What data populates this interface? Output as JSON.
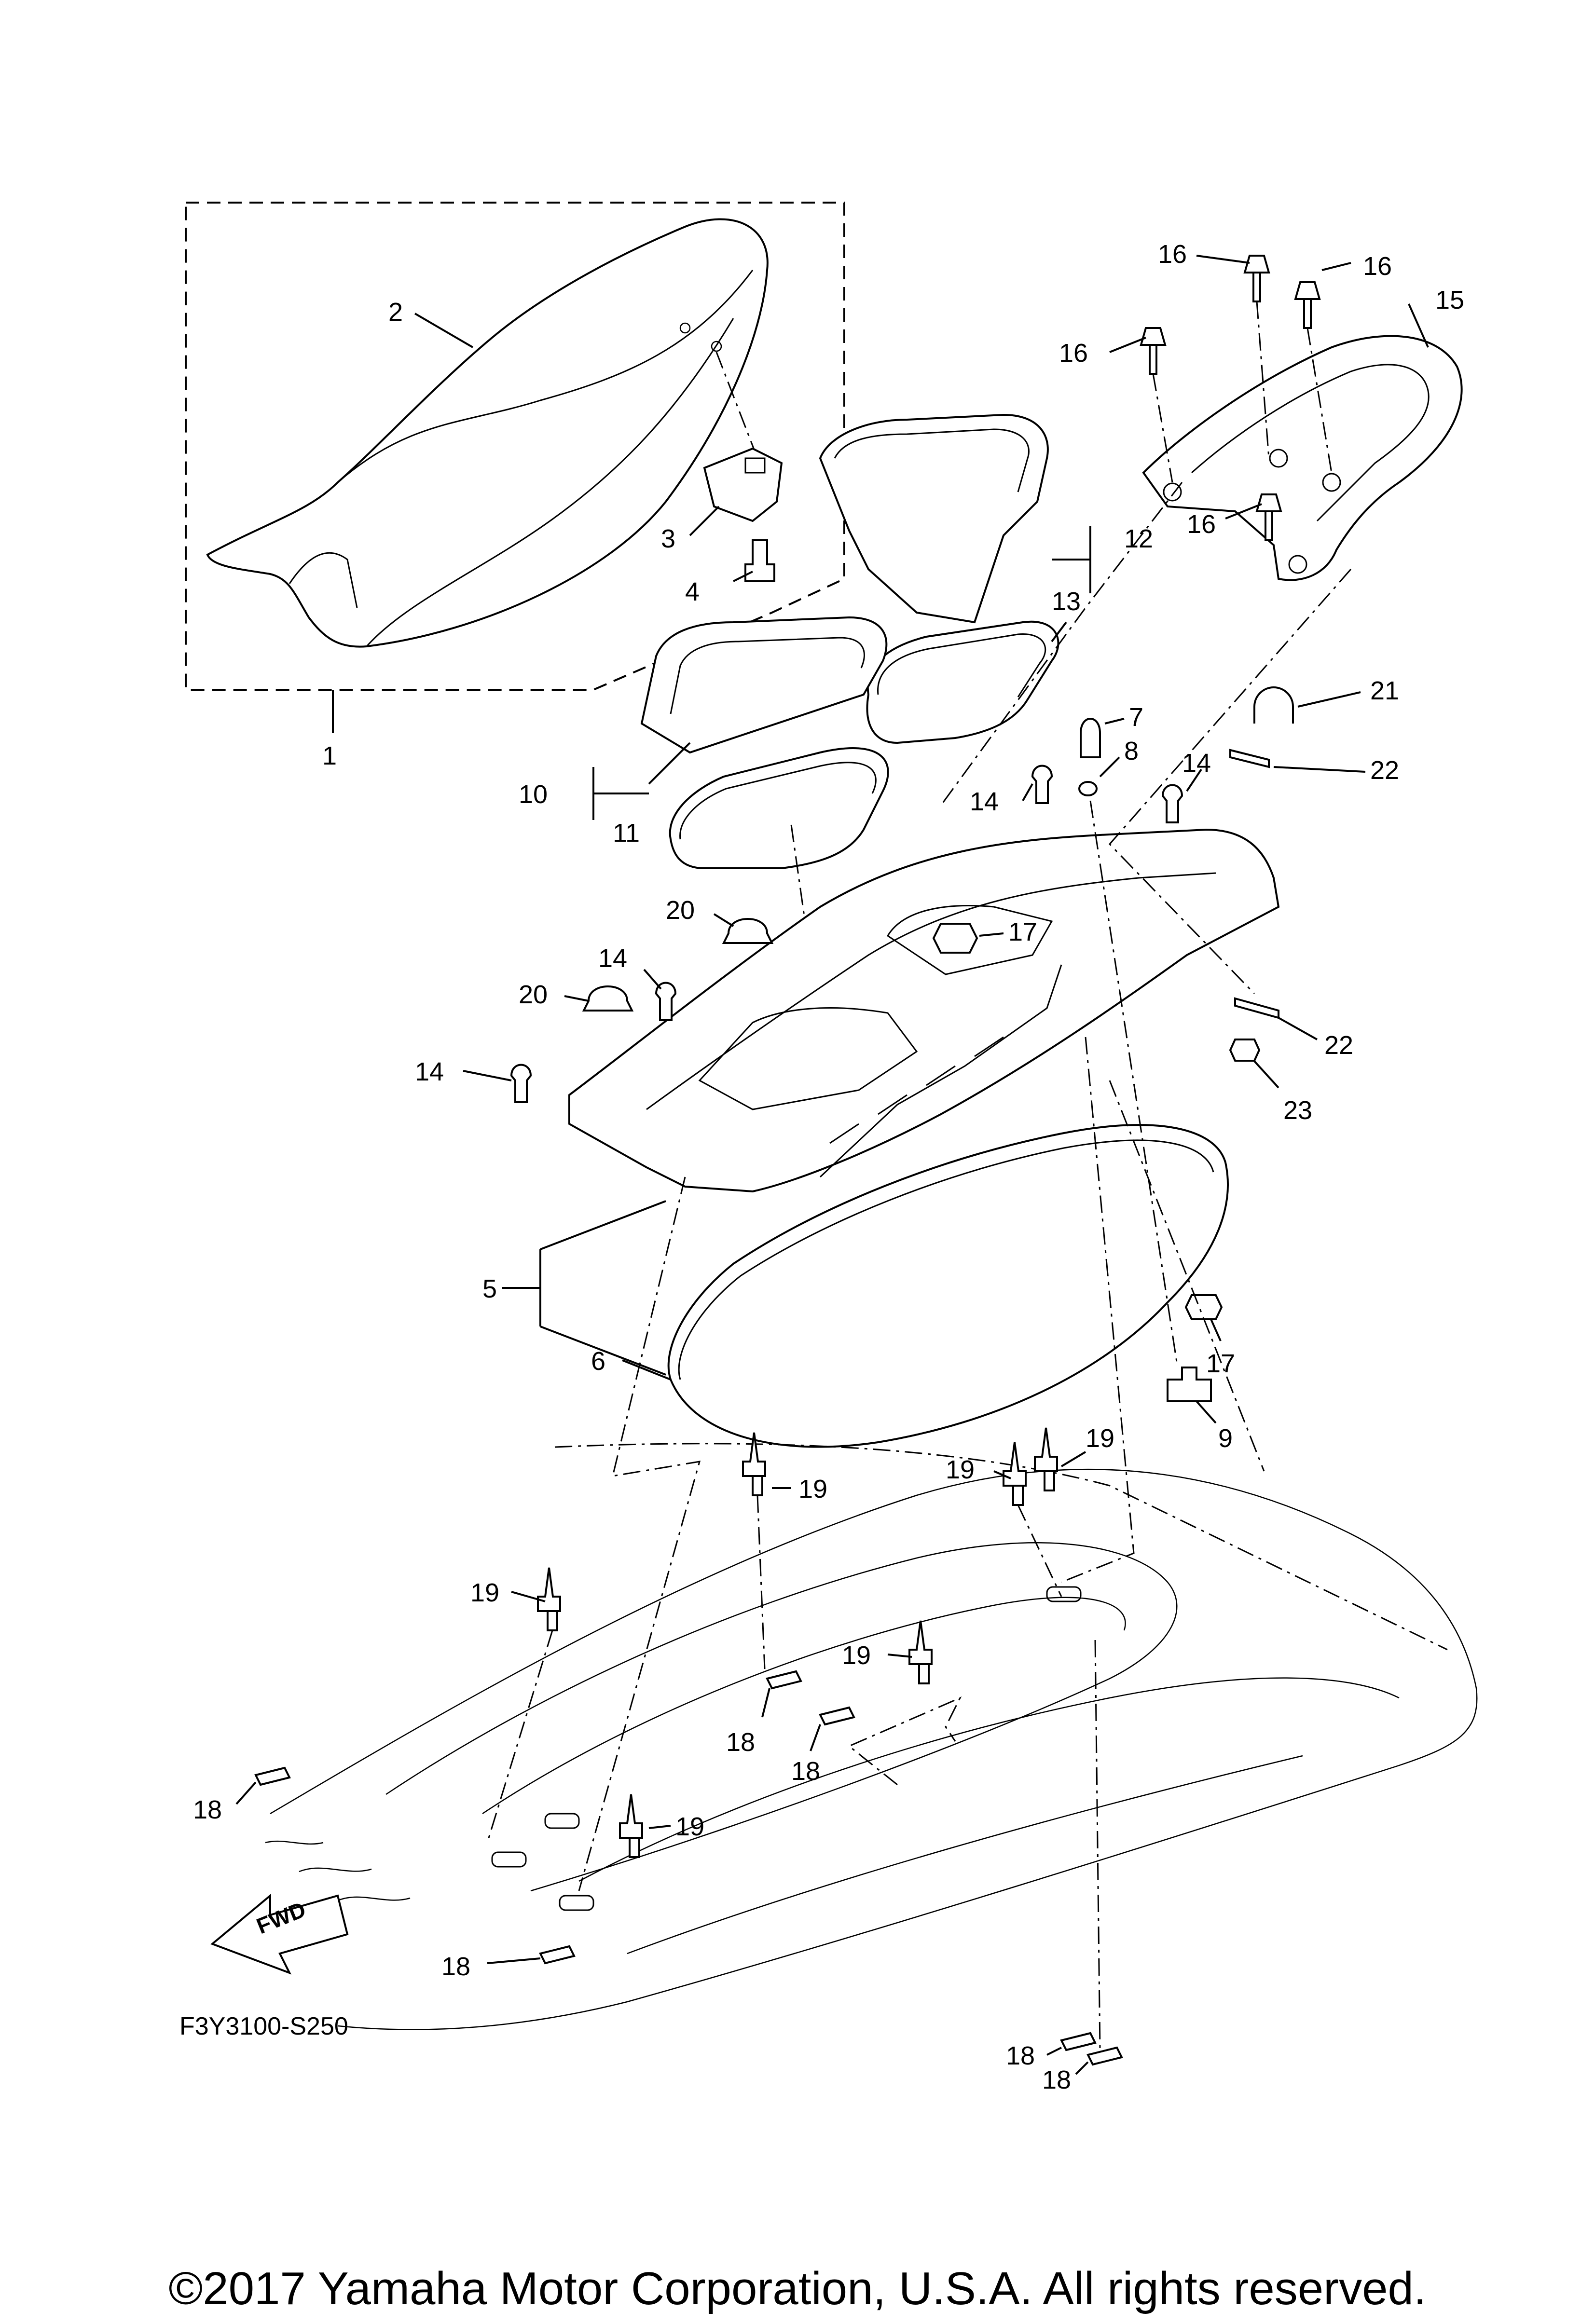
{
  "diagram": {
    "code": "F3Y3100-S250",
    "fwd_label": "FWD",
    "callouts": [
      {
        "id": "c1",
        "text": "1"
      },
      {
        "id": "c2",
        "text": "2"
      },
      {
        "id": "c3",
        "text": "3"
      },
      {
        "id": "c4",
        "text": "4"
      },
      {
        "id": "c5",
        "text": "5"
      },
      {
        "id": "c6",
        "text": "6"
      },
      {
        "id": "c7",
        "text": "7"
      },
      {
        "id": "c8",
        "text": "8"
      },
      {
        "id": "c9",
        "text": "9"
      },
      {
        "id": "c10",
        "text": "10"
      },
      {
        "id": "c11",
        "text": "11"
      },
      {
        "id": "c12",
        "text": "12"
      },
      {
        "id": "c13",
        "text": "13"
      },
      {
        "id": "c14a",
        "text": "14"
      },
      {
        "id": "c14b",
        "text": "14"
      },
      {
        "id": "c14c",
        "text": "14"
      },
      {
        "id": "c14d",
        "text": "14"
      },
      {
        "id": "c15",
        "text": "15"
      },
      {
        "id": "c16a",
        "text": "16"
      },
      {
        "id": "c16b",
        "text": "16"
      },
      {
        "id": "c16c",
        "text": "16"
      },
      {
        "id": "c16d",
        "text": "16"
      },
      {
        "id": "c17a",
        "text": "17"
      },
      {
        "id": "c17b",
        "text": "17"
      },
      {
        "id": "c18a",
        "text": "18"
      },
      {
        "id": "c18b",
        "text": "18"
      },
      {
        "id": "c18c",
        "text": "18"
      },
      {
        "id": "c18d",
        "text": "18"
      },
      {
        "id": "c18e",
        "text": "18"
      },
      {
        "id": "c18f",
        "text": "18"
      },
      {
        "id": "c19a",
        "text": "19"
      },
      {
        "id": "c19b",
        "text": "19"
      },
      {
        "id": "c19c",
        "text": "19"
      },
      {
        "id": "c19d",
        "text": "19"
      },
      {
        "id": "c19e",
        "text": "19"
      },
      {
        "id": "c19f",
        "text": "19"
      },
      {
        "id": "c20a",
        "text": "20"
      },
      {
        "id": "c20b",
        "text": "20"
      },
      {
        "id": "c21",
        "text": "21"
      },
      {
        "id": "c22a",
        "text": "22"
      },
      {
        "id": "c22b",
        "text": "22"
      },
      {
        "id": "c23",
        "text": "23"
      }
    ]
  },
  "footer": {
    "copyright": "©2017 Yamaha Motor Corporation, U.S.A. All rights reserved."
  }
}
